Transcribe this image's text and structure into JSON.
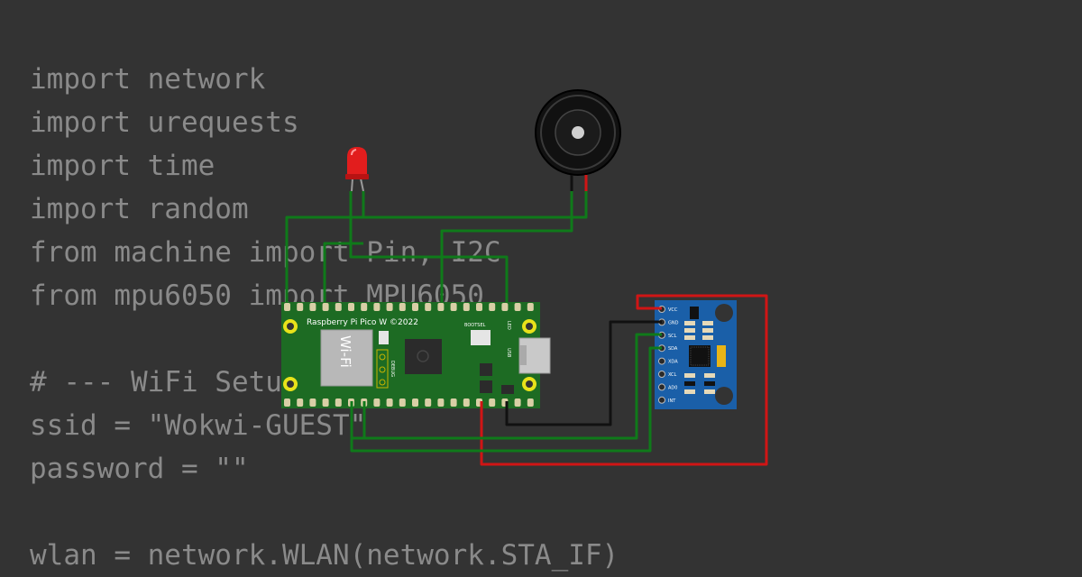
{
  "code_lines": [
    "import network",
    "import urequests",
    "import time",
    "import random",
    "from machine import Pin, I2C",
    "from mpu6050 import MPU6050",
    "",
    "# --- WiFi Setup",
    "ssid = \"Wokwi-GUEST\"",
    "password = \"\"",
    "",
    "wlan = network.WLAN(network.STA_IF)"
  ],
  "board": {
    "title": "Raspberry Pi Pico W ©2022",
    "wifi_label": "Wi-Fi",
    "debug_label": "DEBUG",
    "bootsel_label": "BOOTSEL",
    "led_label": "LED",
    "usb_label": "USB"
  },
  "mpu": {
    "pins": [
      "VCC",
      "GND",
      "SCL",
      "SDA",
      "XDA",
      "XCL",
      "AD0",
      "INT"
    ]
  },
  "colors": {
    "background": "#333333",
    "code_text": "#8a8a8a",
    "pcb_green": "#1d6b23",
    "mpu_blue": "#1a5fa8",
    "wire_green": "#0f7a1a",
    "wire_red": "#d01515",
    "wire_black": "#111111",
    "led_red": "#e21d1d"
  }
}
